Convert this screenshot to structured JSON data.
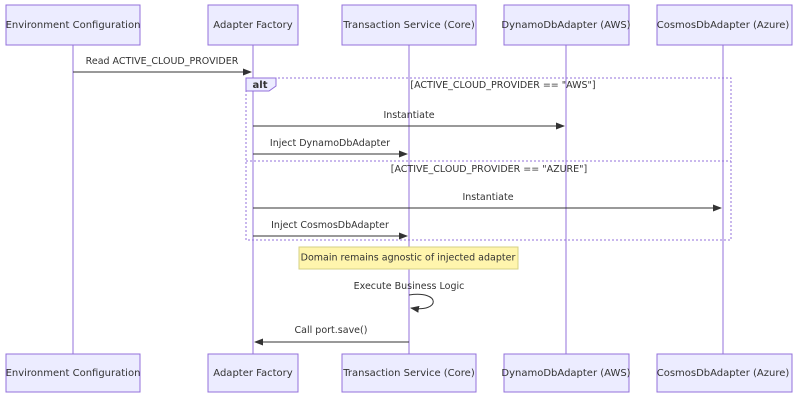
{
  "participants": [
    {
      "id": "env",
      "label": "Environment Configuration"
    },
    {
      "id": "factory",
      "label": "Adapter Factory"
    },
    {
      "id": "service",
      "label": "Transaction Service (Core)"
    },
    {
      "id": "dynamo",
      "label": "DynamoDbAdapter (AWS)"
    },
    {
      "id": "cosmos",
      "label": "CosmosDbAdapter (Azure)"
    }
  ],
  "messages": [
    {
      "id": "read-provider",
      "label": "Read ACTIVE_CLOUD_PROVIDER",
      "from": "env",
      "to": "factory"
    },
    {
      "id": "instantiate-aws",
      "label": "Instantiate",
      "from": "factory",
      "to": "dynamo"
    },
    {
      "id": "inject-dynamo",
      "label": "Inject DynamoDbAdapter",
      "from": "factory",
      "to": "service"
    },
    {
      "id": "instantiate-azure",
      "label": "Instantiate",
      "from": "factory",
      "to": "cosmos"
    },
    {
      "id": "inject-cosmos",
      "label": "Inject CosmosDbAdapter",
      "from": "factory",
      "to": "service"
    },
    {
      "id": "execute-logic",
      "label": "Execute Business Logic",
      "from": "service",
      "to": "service"
    },
    {
      "id": "call-save",
      "label": "Call port.save()",
      "from": "service",
      "to": "factory"
    }
  ],
  "alt_block": {
    "tag": "alt",
    "conditions": [
      "[ACTIVE_CLOUD_PROVIDER == \"AWS\"]",
      "[ACTIVE_CLOUD_PROVIDER == \"AZURE\"]"
    ]
  },
  "note": {
    "text": "Domain remains agnostic of injected adapter"
  },
  "colors": {
    "actor_fill": "#ececff",
    "actor_stroke": "#9370db",
    "note_fill": "#fff5ad",
    "line": "#333333"
  }
}
